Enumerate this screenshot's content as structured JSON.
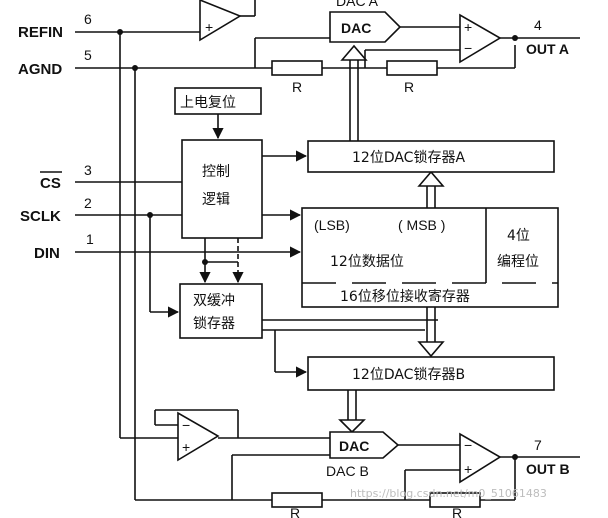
{
  "pins": {
    "refin": {
      "label": "REFIN",
      "num": "6"
    },
    "agnd": {
      "label": "AGND",
      "num": "5"
    },
    "cs": {
      "label": "CS",
      "num": "3"
    },
    "sclk": {
      "label": "SCLK",
      "num": "2"
    },
    "din": {
      "label": "DIN",
      "num": "1"
    },
    "out_a": {
      "label": "OUT A",
      "num": "4"
    },
    "out_b": {
      "label": "OUT B",
      "num": "7"
    }
  },
  "blocks": {
    "dac_a": {
      "label": "DAC",
      "caption": "DAC A"
    },
    "dac_b": {
      "label": "DAC",
      "caption": "DAC B"
    },
    "power_on_reset": "上电复位",
    "control_logic": [
      "控制",
      "逻辑"
    ],
    "latch_a": "12位DAC锁存器A",
    "latch_b": "12位DAC锁存器B",
    "shift_register": {
      "lsb": "(LSB)",
      "msb": "( MSB )",
      "data_bits": "12位数据位",
      "prog_bits": [
        "4位",
        "编程位"
      ],
      "title": "16位移位接收寄存器"
    },
    "double_buffer": [
      "双缓冲",
      "锁存器"
    ]
  },
  "resistors": {
    "label": "R"
  },
  "opamp": {
    "minus": "−",
    "plus": "+"
  },
  "watermark": "https://blog.csdn.net/m0_51061483"
}
